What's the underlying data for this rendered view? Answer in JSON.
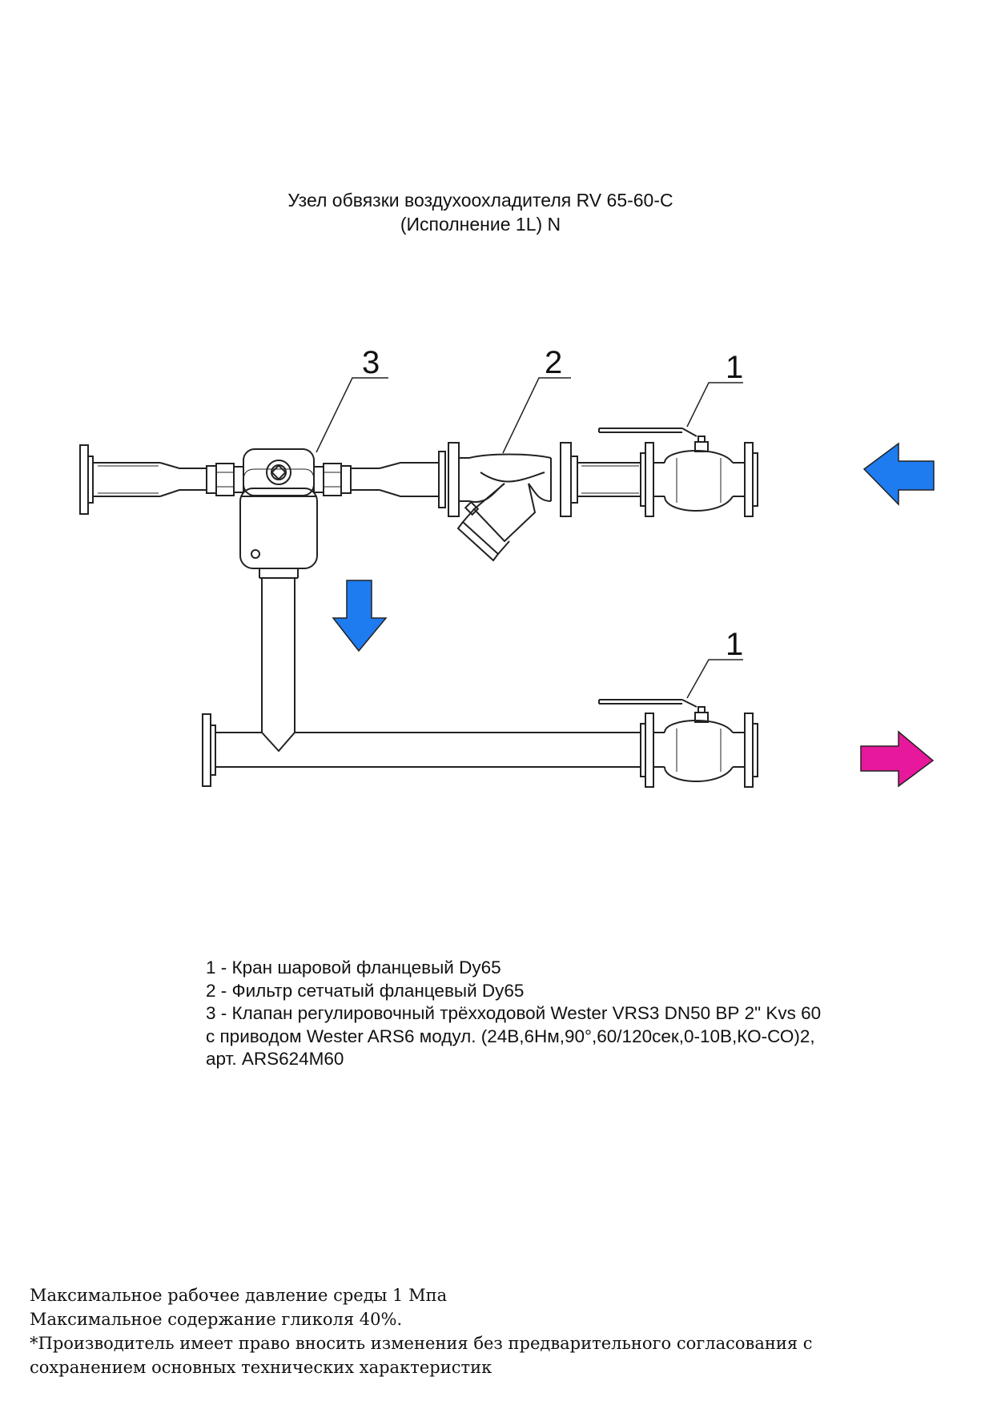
{
  "title": {
    "line1": "Узел обвязки воздухоохладителя RV 65-60-C",
    "line2": "(Исполнение 1L) N"
  },
  "callouts": {
    "valve3": "3",
    "filter2": "2",
    "ballvalve1_top": "1",
    "ballvalve1_bottom": "1"
  },
  "legend": {
    "item1": "1 - Кран шаровой фланцевый Dy65",
    "item2": "2 - Фильтр сетчатый фланцевый Dy65",
    "item3_line1": "3 - Клапан регулировочный трёхходовой Wester VRS3 DN50 ВР 2\" Kvs 60",
    "item3_line2": "с приводом Wester ARS6 модул. (24В,6Нм,90°,60/120сек,0-10В,КО-СО)2,",
    "item3_line3": "арт. ARS624M60"
  },
  "notes": {
    "line1": "Максимальное рабочее давление среды 1 Мпа",
    "line2": "Максимальное содержание гликоля 40%.",
    "line3": "*Производитель имеет право вносить изменения без предварительного согласования с",
    "line4": "сохранением основных технических характеристик"
  },
  "colors": {
    "arrow_supply": "#1e7cf0",
    "arrow_return": "#e8189c",
    "line": "#222222"
  },
  "icons": {
    "inflow_arrow": "arrow-left-icon",
    "downflow_arrow": "arrow-down-icon",
    "outflow_arrow": "arrow-right-icon"
  }
}
